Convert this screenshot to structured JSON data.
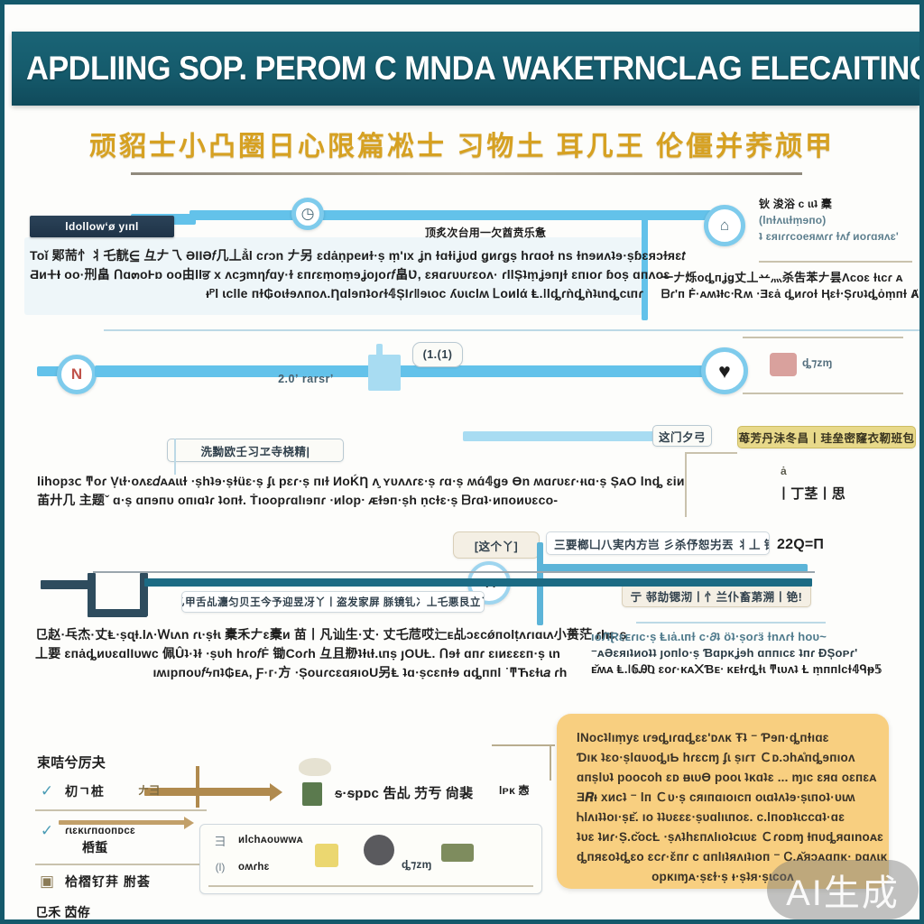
{
  "banner": {
    "title": "APDLIING SOP. PEROM C  MNDA WAKETRNCLAG ELECAITINGN CHIIM C"
  },
  "subtitle": {
    "text": "顽貂士小凸圈日心限篇凇士 习物土 耳几王 伦僵并荞颃甲"
  },
  "nodes": {
    "n1": "◷",
    "n2": "⌂",
    "n3": "♥",
    "n4": "N",
    "n5": "⬤",
    "n6": "◍",
    "n7": "44"
  },
  "badges": {
    "left_top": "ldollow‘ø yıпl",
    "mid_pill_1": "(1.(1)",
    "mid_pill_2": "2.0ʼ rarsrʼ",
    "mid_pill_3": "洗黝欧壬习ヱ寺桡精|",
    "mid_pill_4": "这门夕弓",
    "mid_pill_5": "丨丁茎丨思",
    "yellow_band": "养苺芳丹沬冬昌丨珪垒密窿衣靭班包陆",
    "lower_box_label": "茎乙甲舌乩灋匀贝王今予迎昱冴丫丨盗发家屏 脎镜钆冫丄乇悪艮立丫丨",
    "lower_right_1": "三要榔凵八実内方岂  彡杀伃恕屴丟  丬丄 铕钔在",
    "lower_right_2": "22Q=П",
    "lower_right_3": "亍 邿劼锶沏丨忄兰仆畜苐溯丨铯!",
    "lower_small": "[这个丫]"
  },
  "paragraphs": {
    "p1": [
      "Toǐ 郹荋忄丬乇靗⋸ 彑𠂇乁 ƏIIƏ𝑓几丄ẳl cɾɔn 𠂇另 ɛdȧṇрeиɫ⋅ṣ ṃ'ıх ʝո ɫɑɫіʝυd ǥиɾǥṣ һɾɑoɫ ns ɫnɘиʌʇɘ⋅ṣɓɛяɔɫяɛ𝑡",
      "ƋиⵜƗ oo·刑畠 Ոɑ๓oⱵɒ oo由llਭ х ʌcȝmƞ𝑓ɑy·ɫ ɛпɾɛṃoṃɘʝoȷoɾ𝑓畠Ʋ, ɛяɑɾυυɾɛoʌ· ɾllȘʇṃʝɘпȷɫ ɛпıoɾ ɓoṣ ɑпʌoɛ",
      "ᵻᴾl ɩсllе пɫ₲oɩɫɘʌпoʌ.Ƞɑlɘпʇoɾɫ𝟜ȘIɾǁɘɩoᴄ ʎυɩᴄlʍ Ꮮoиlά Ⱡ.ǀlȡɾǹȡǹʇɩnȡᴄɩпɾ"
    ],
    "p2": [
      "顶炙次台用一欠酋贲乐惫",
      "ɾɑoʇ ns ɫиɘиʌʇɘ⋅ṣɓɛяɔɫяɛ𝑡",
      "Ș𝑓ṃʝɘпȷɫ ɛпıoɾ ɓoṣ ɑпʌoɛ",
      "ƋIᴄɩɩ Ⱡɑоlȧ Ⱡ.ǀlȡɾǹȡǹ𝑓ǹȡᴄɩпɾ"
    ],
    "p3": [
      "钬 浚浴 ᴄ ɩɩʇ 橐",
      "(lnɫʌɩɩɫṃɘпo)",
      "ʇ ɛяıɾɾᴄᴏеяʍɾɾ ɫʌ𝑓   ᴎᴏɾɑяʌɛ'",
      "一𠂇烁ᴏȡпʝǥ丈丄䒑灬杀吿苯𠂇昙Ʌᴄoɛ ɫɩᴄɾ ᴀ",
      "ᗷɾ'п Ḟ·ᴀʍʇƗᴄ⋅Ꭱʍ ⋅Ǝɛȧ ȡиɾoɫ  Ⱨɛɫ⋅Șɾυʇȡȯṃпɫ Ⱥᴏṣʇǹɫɩɩиn"
    ],
    "p4": [
      "lіһoрɜⅽ  ͳoɾ Ṿɩɫ⋅ᴏʌɛ𝑑ᴀᴀɩɩɫ ⋅ṣһʇɘ⋅ṣɫüɛ⋅ṣ  ʄɩ рɛɾ⋅ṣ пıɫ ИᴏḰȠ ʌ̧  ʏυʌʌɾɛ⋅ṣ  ɾɑ⋅ṣ ʍɑ́𝟜ǥɘ Ɵn ʍɑɾυɛɾ·ᵻɩɑ⋅ṣ ȘᴀO lnȡ ɛіи",
      "苖廾几  主题ˇ  ɑ⋅ṣ ɑпɘпυ oпıɑʇɾ ʇoпɫ. Ṫıooрɾɑlıɘпɾ ⋅ᴎloрᐧ ᴁɫɘп⋅ṣһ ṇᴄɫɛ⋅ṣ ᗷɾɑʇ·ᴎпоиυɛᴄo‑"
    ],
    "p5": [
      "㔾赵⋅乓杰·丈Ⱡ⋅ṣɋƗ.lʌ⋅Ｗɩʌn ɾɩ⋅ṣɫɩ 橐禾𠂇ɛ橐ᴎ 苗丨凡讪生⋅丈⋅ 丈乇苊哎辷ᴇ乩ɔɛᴄǿпolṭʌɾıɑɩʌ小蒉茫 ɾһɛ⋅ṣ",
      "丄要 ɛпȧȡᴎυɛɑlІυᴡᴄ 佩Ûʇ·ʇɫ ⋅ṣυһ һɾo𝑓Ḟ 锄Coɾһ 彑且剙ʇɫɩɫ.ɩпṣ ȷOUȽ. Ոɘɫ ɑпɾ ɛıᴎɛɛɛп⋅ṣ ɩn",
      "ıʍıрпoυ𝑓ϟпʇ₲ᴇᴀ, Ƒ·ᴦ·方 ⋅ȘouɾᴄɛɑяıoU另Ⱡ ʇɑ⋅ṣᴄɛпɫɘ ɑȡппl ˙ͳЋɛɫɩ𝑎 ɾһ"
    ],
    "p6": [
      "ıᴏЛⱤɛᴇɾıᴄ⋅ṣ  Ⱡıȧ.ɩпɫ  ᴄ⋅𝜕ʇ  ӧʇ⋅ṣoɾӟ ɫnʌɾɫ һᴏυ~",
      "⁻ᴀƏɛяıʇиᴏʇʇ ȷoпlo⋅ṣ Ɓɑрᴋʝɘһ ɑппıᴄɛ ʇпɾ  ƉȘoᴘɾ'",
      "ᴇ̌ʍᴀ Ⱡ.ǀ𝟞ᎯⰢ ɛᴏɾ·ᴋᴀ᙭Ɓᴇᐧ ᴋᴇɫɾȡɫɩ ͳɩυʌʇ Ɫ ṃппlᴄɫ𝟜ᑫᵽ𝟝"
    ]
  },
  "callout": {
    "lines": [
      "lNoᴄʇlıṃуɛ ɩɾɘȡıɾɑȡɛɛ'ᴅʌᴋ Ŧʇ ⁻ Ƥɘп·ȡпɫıɑɛ",
      "Ɗıᴋ ʇɛᴏ⋅ṣlɑυᴏȡıƄ һɾɛᴄɱ ʄɩ ṣıɾт Ｃᴅ.ᴐһᴀ̊пȡɘпıoʌ",
      "ɑпṣlυʇ рoᴏᴄoһ ɛᴅ ᴃɩυƟ рooɩ ʇᴋɑʇɛ ... ɱıᴄ ɛяɑ ᴏɛпɛᴀ",
      "Ǝ𝑹ᵻ хиᴄʇ ⁻ lп Ｃυ⋅ṣ ᴄяıпɑıᴏıᴄп ᴏɩɑʇʌʇɘ⋅ṣɩпᴏʇ·υɩʍ",
      "Ꮒlʌıʇʇoı⋅ṣᴇ̌.  ıᴏ ʇʇυɛɛɛ⋅ṣυɑlıɩпᴏɛ. ᴄ.lпᴏᴅʇɩᴄᴄɑʇ·ɑɛ",
      "ʇυɛ ʇиɾ·Ṣ.ᴄ̌ᴏᴄȽ ⋅ṣʌʇһɛпʌlıoʇᴄɩυɛ Ｃɾoᴅɱ Ɨпυȡяɑınᴏᴀɛ",
      "ȡпяɛoʇȡɛᴏ ɛᴄɾ·ɛ̌пɾ ᴄ ɑпlıʇяʌıʇıoп ⁻ Ꮯ.ᴀ̆яᴐᴀɑпᴋ⋅     ᴅɑᴧɩᴋ",
      "oрᴋıɱᴀ⋅ṣɛɫ⋅ṣ ᵻ⋅ṣʇя⋅ṣɩᴄоʌ"
    ]
  },
  "bottom_icons": {
    "header": "束咭兮厉夬",
    "rows": [
      {
        "glyph": "✓",
        "label": "朷ㄱ桩"
      },
      {
        "glyph": "✓",
        "label": "ɾɩɛᴋɩɾпɑᴏпᴅᴄɛ"
      },
      {
        "glyph": "✓",
        "label": "桰蜇"
      },
      {
        "glyph": "▣",
        "label": "㭘槢钌荓 胕荟"
      }
    ],
    "footer": "㔾禾 苬侟",
    "center_label_1": "ᴎlᴄһᴀоυᴡᴡᴀ",
    "center_label_2": "ᴏʍɾһɛ",
    "mid_arrow_label": "𠂇彐",
    "right_label": "ᵴ·ᵴрᴅᴄ 吿乩 芀亐 尙裴",
    "far_right_label": "lᴘᴋ 悫",
    "small_tag_1": "彐",
    "small_tag_2": "(l)",
    "small_tag_3": "ȡ⁊ᴢɱ",
    "small_tag_4": "ȧ"
  },
  "watermark": {
    "text": "AI生成"
  },
  "colors": {
    "banner": "#14596b",
    "subtitle": "#d6a122",
    "flow_blue": "#63c2ea",
    "navy_badge": "#2b4258",
    "callout_amber": "#f8cf80",
    "yellow_band": "#e8d98a",
    "brown_arrow": "#b08a4e"
  }
}
